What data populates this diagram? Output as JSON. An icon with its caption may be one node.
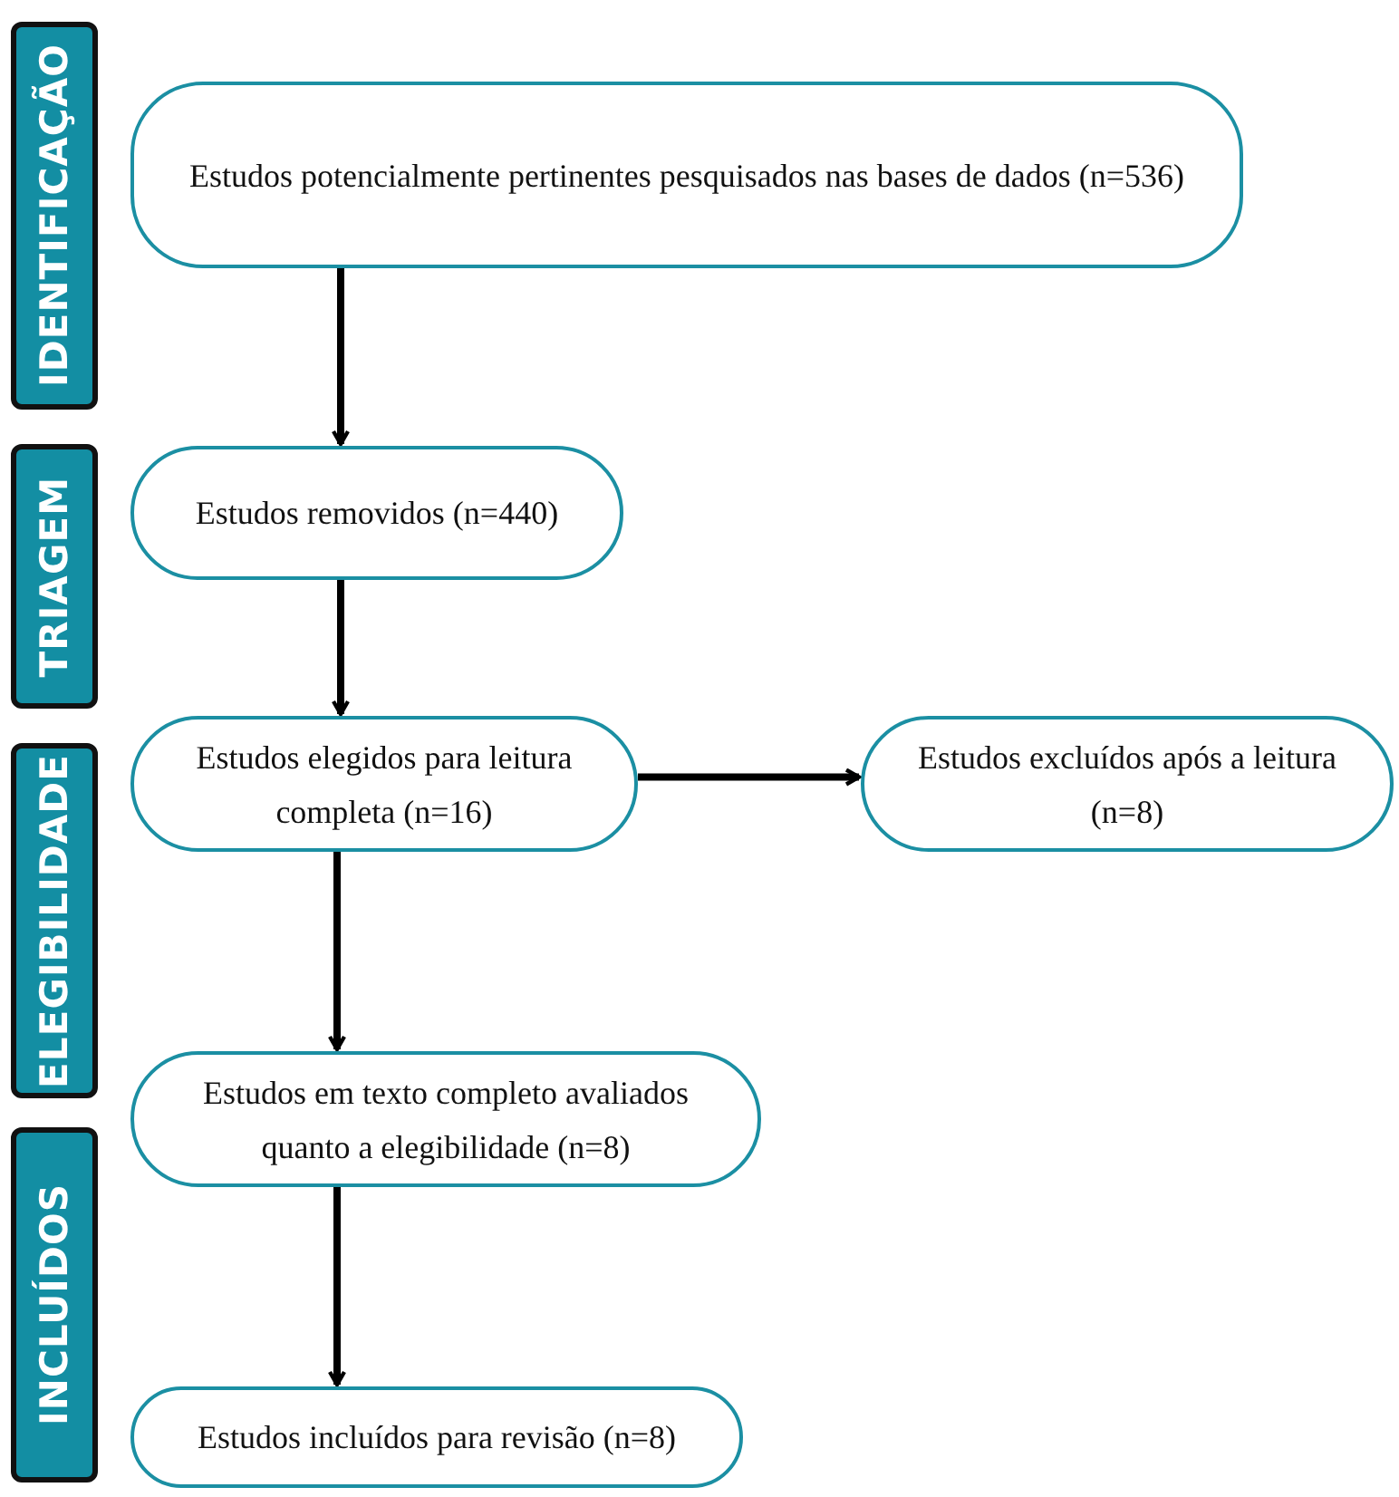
{
  "diagram": {
    "nodes": [
      {
        "text": [
          "IDENTIFICAÇÃO"
        ]
      },
      {
        "text": [
          "TRIAGEM"
        ]
      },
      {
        "text": [
          "ELEGIBILIDADE"
        ]
      },
      {
        "text": [
          "INCLUÍDOS"
        ]
      },
      {
        "text": [
          "Estudos potencialmente pertinentes pesquisados nas bases de dados (n=536)"
        ]
      },
      {
        "text": [
          "Estudos removidos (n=440)"
        ]
      },
      {
        "text": [
          "Estudos elegidos para leitura completa (n=16)"
        ]
      },
      {
        "text": [
          "Estudos excluídos após a leitura (n=8)"
        ]
      },
      {
        "text": [
          "Estudos em texto completo avaliados quanto a elegibilidade (n=8)"
        ]
      },
      {
        "text": [
          "Estudos incluídos para revisão (n=8)"
        ]
      }
    ],
    "edges": [
      {
        "from": 4,
        "to": 5,
        "arrow": "to"
      },
      {
        "from": 5,
        "to": 6,
        "arrow": "to"
      },
      {
        "from": 6,
        "to": 7,
        "arrow": "to"
      },
      {
        "from": 6,
        "to": 8,
        "arrow": "to"
      },
      {
        "from": 8,
        "to": 9,
        "arrow": "to"
      }
    ]
  }
}
